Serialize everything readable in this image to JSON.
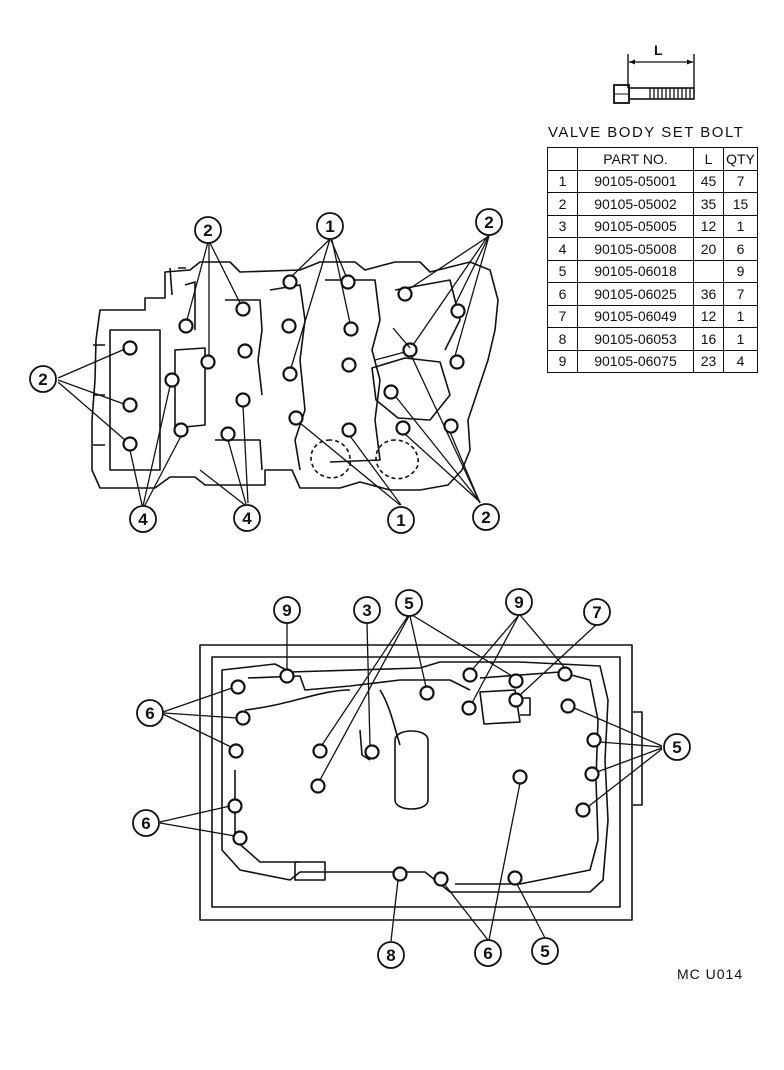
{
  "table": {
    "title": "VALVE BODY SET BOLT",
    "headers": {
      "part_no": "PART NO.",
      "length": "L",
      "qty": "QTY"
    },
    "rows": [
      {
        "index": "1",
        "part_no": "90105-05001",
        "length": "45",
        "qty": "7"
      },
      {
        "index": "2",
        "part_no": "90105-05002",
        "length": "35",
        "qty": "15"
      },
      {
        "index": "3",
        "part_no": "90105-05005",
        "length": "12",
        "qty": "1"
      },
      {
        "index": "4",
        "part_no": "90105-05008",
        "length": "20",
        "qty": "6"
      },
      {
        "index": "5",
        "part_no": "90105-06018",
        "length": "",
        "qty": "9"
      },
      {
        "index": "6",
        "part_no": "90105-06025",
        "length": "36",
        "qty": "7"
      },
      {
        "index": "7",
        "part_no": "90105-06049",
        "length": "12",
        "qty": "1"
      },
      {
        "index": "8",
        "part_no": "90105-06053",
        "length": "16",
        "qty": "1"
      },
      {
        "index": "9",
        "part_no": "90105-06075",
        "length": "23",
        "qty": "4"
      }
    ]
  },
  "bolt_dimension_label": "L",
  "diagram_code": "MC U014",
  "callouts": {
    "top": [
      "2",
      "1",
      "2",
      "2",
      "4",
      "4",
      "1",
      "2"
    ],
    "bottom": [
      "9",
      "3",
      "5",
      "9",
      "7",
      "6",
      "5",
      "6",
      "8",
      "6",
      "5"
    ]
  }
}
